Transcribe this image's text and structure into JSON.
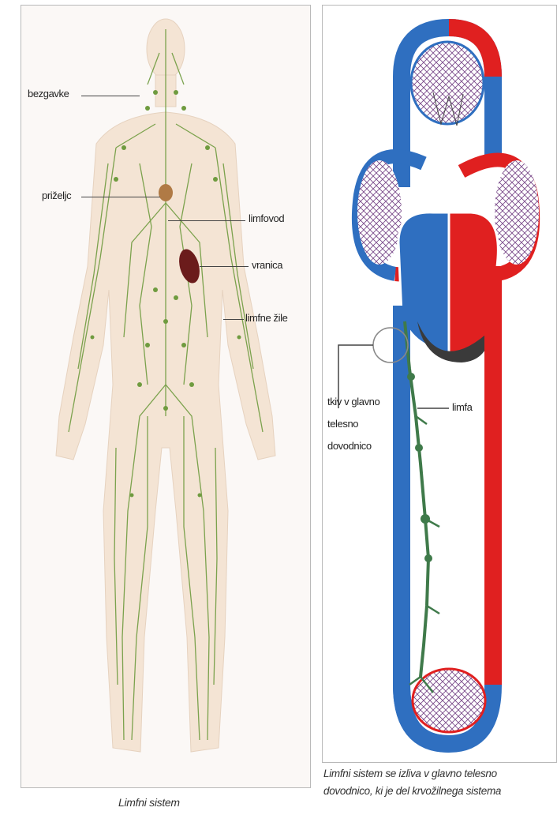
{
  "left": {
    "labels": {
      "bezgavke": "bezgavke",
      "priseljc": "priželjc",
      "limfovod": "limfovod",
      "vranica": "vranica",
      "limfne_zile": "limfne žile"
    },
    "caption": "Limfni sistem"
  },
  "right": {
    "labels": {
      "tekocina_line1": "tkiv v glavno",
      "tekocina_line2": "telesno",
      "tekocina_line3": "dovodnico",
      "limfa": "limfa"
    },
    "caption_line1": "Limfni sistem se izliva v glavno telesno",
    "caption_line2": "dovodnico, ki je del krvožilnega sistema"
  },
  "colors": {
    "lymph_green": "#5f8f3a",
    "vein_blue": "#2f6fc0",
    "artery_red": "#e02020",
    "heart_dark": "#3a3a3a",
    "spleen": "#6b1b1b",
    "skin": "#f2e2d2"
  }
}
